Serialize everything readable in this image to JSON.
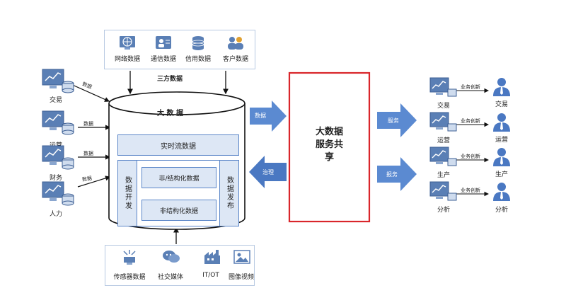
{
  "sources_top": {
    "items": [
      "网络数据",
      "通信数据",
      "信用数据",
      "客户数据"
    ],
    "caption": "三方数据"
  },
  "sources_bottom": {
    "items": [
      "传感器数据",
      "社交媒体",
      "IT/OT",
      "图像视频"
    ]
  },
  "left_systems": [
    {
      "label": "交易",
      "link": "数据"
    },
    {
      "label": "运营",
      "link": "数据"
    },
    {
      "label": "财务",
      "link": "数据"
    },
    {
      "label": "人力",
      "link": "数据"
    }
  ],
  "database": {
    "title": "大 数 据",
    "realtime": "实时流数据",
    "dev": "数据开发",
    "structured": "非/结构化数据",
    "unstructured": "非结构化数据",
    "publish": "数据发布"
  },
  "arrows": {
    "to_share": "数据",
    "from_share": "治理",
    "service": "服务",
    "report": "报务"
  },
  "share_box": {
    "line1": "大数据",
    "line2": "服务共",
    "line3": "享"
  },
  "right_rows": [
    {
      "system": "交易",
      "innovation": "业务创新",
      "user": "交易"
    },
    {
      "system": "运营",
      "innovation": "业务创新",
      "user": "运营"
    },
    {
      "system": "生产",
      "innovation": "业务创新",
      "user": "生产"
    },
    {
      "system": "分析",
      "innovation": "业务创新",
      "user": "分析"
    }
  ],
  "colors": {
    "accent_blue": "#4a78c2",
    "light_blue": "#dde7f5",
    "share_border": "#d9262b",
    "monitor": "#5a7fb5"
  }
}
